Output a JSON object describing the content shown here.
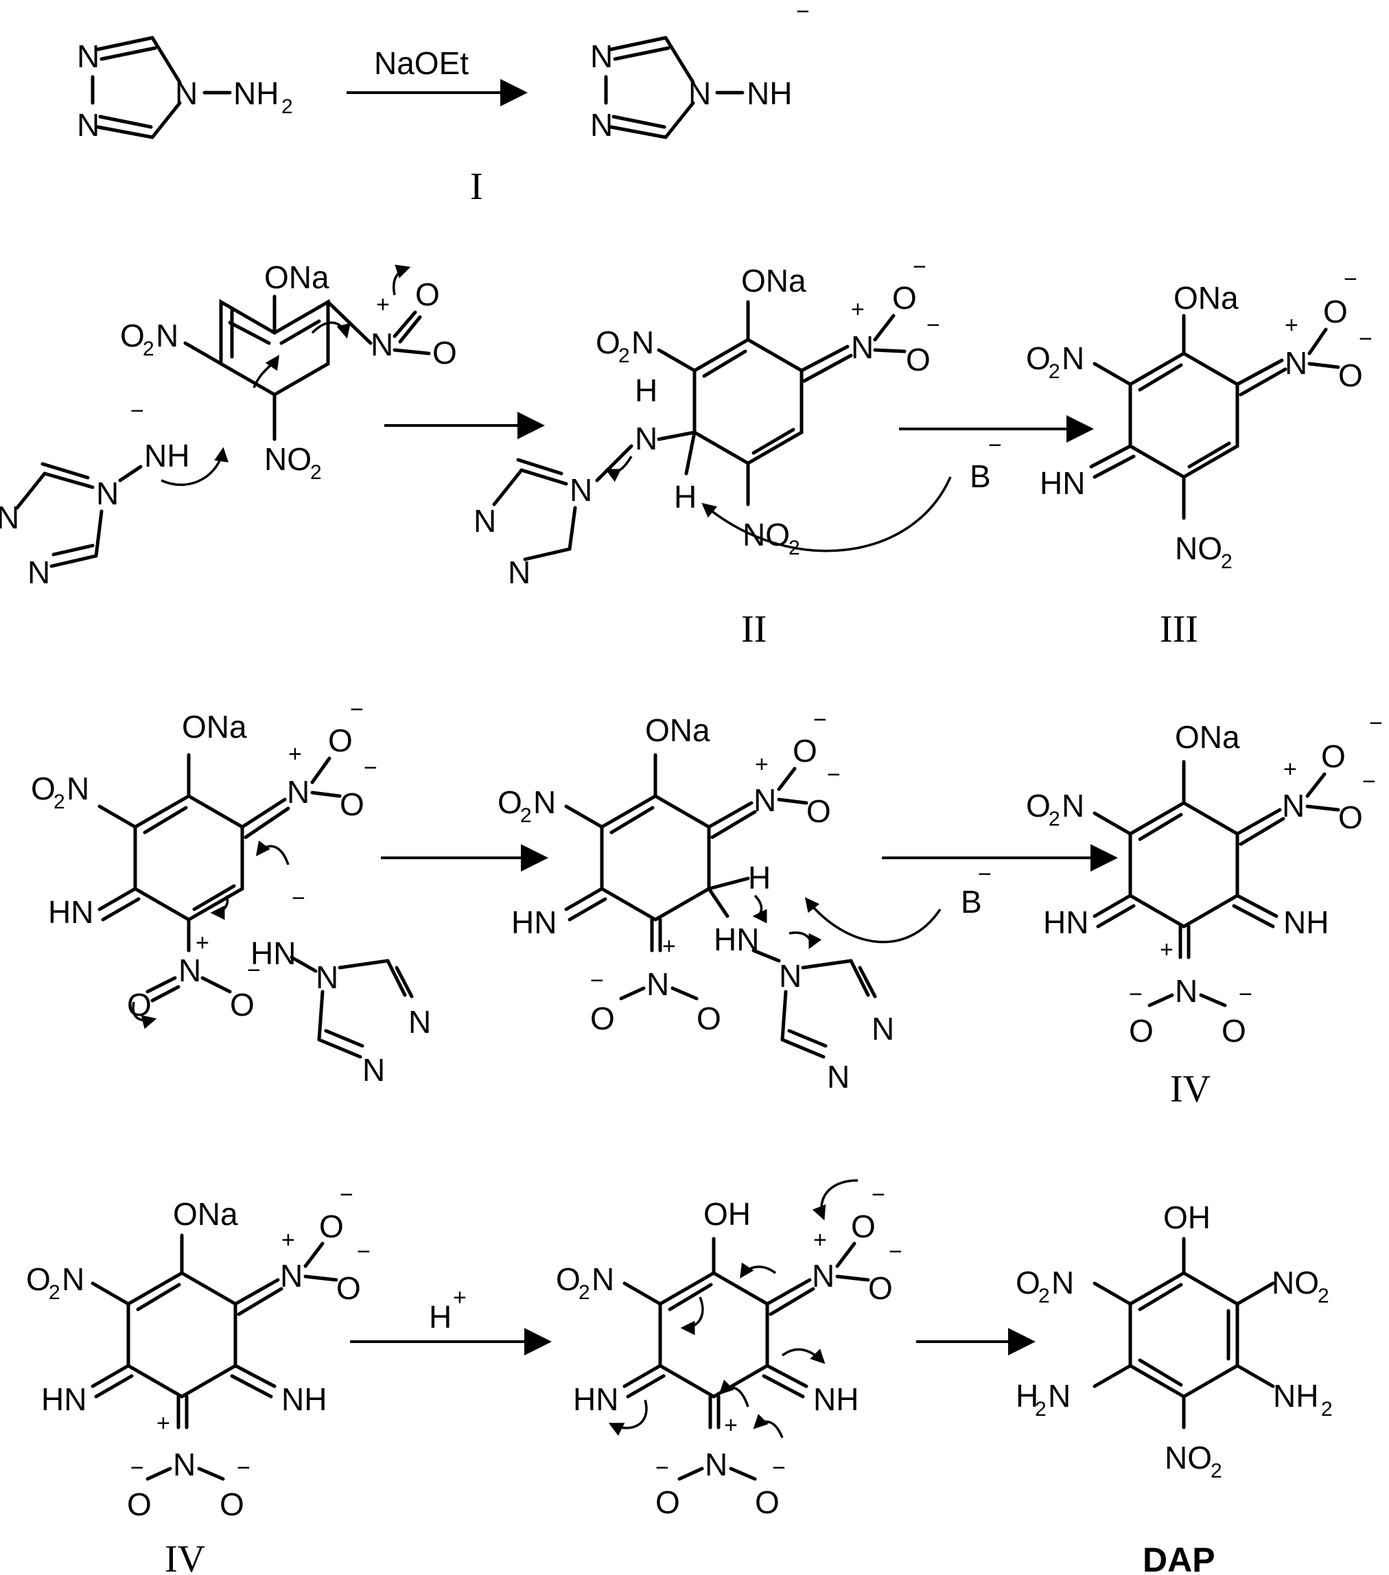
{
  "reagents": {
    "naoet": "NaOEt",
    "base": "B",
    "acid": "H",
    "plus": "+",
    "minus": "−"
  },
  "atoms": {
    "N": "N",
    "NH": "NH",
    "NH2": "NH",
    "two": "2",
    "H": "H",
    "HN": "HN",
    "ONa": "ONa",
    "OH": "OH",
    "O": "O",
    "O2N_O": "O",
    "NO2_N": "NO",
    "H2N_H": "H"
  },
  "labels": {
    "I": "I",
    "II": "II",
    "III": "III",
    "IV_a": "IV",
    "IV_b": "IV",
    "DAP": "DAP"
  }
}
